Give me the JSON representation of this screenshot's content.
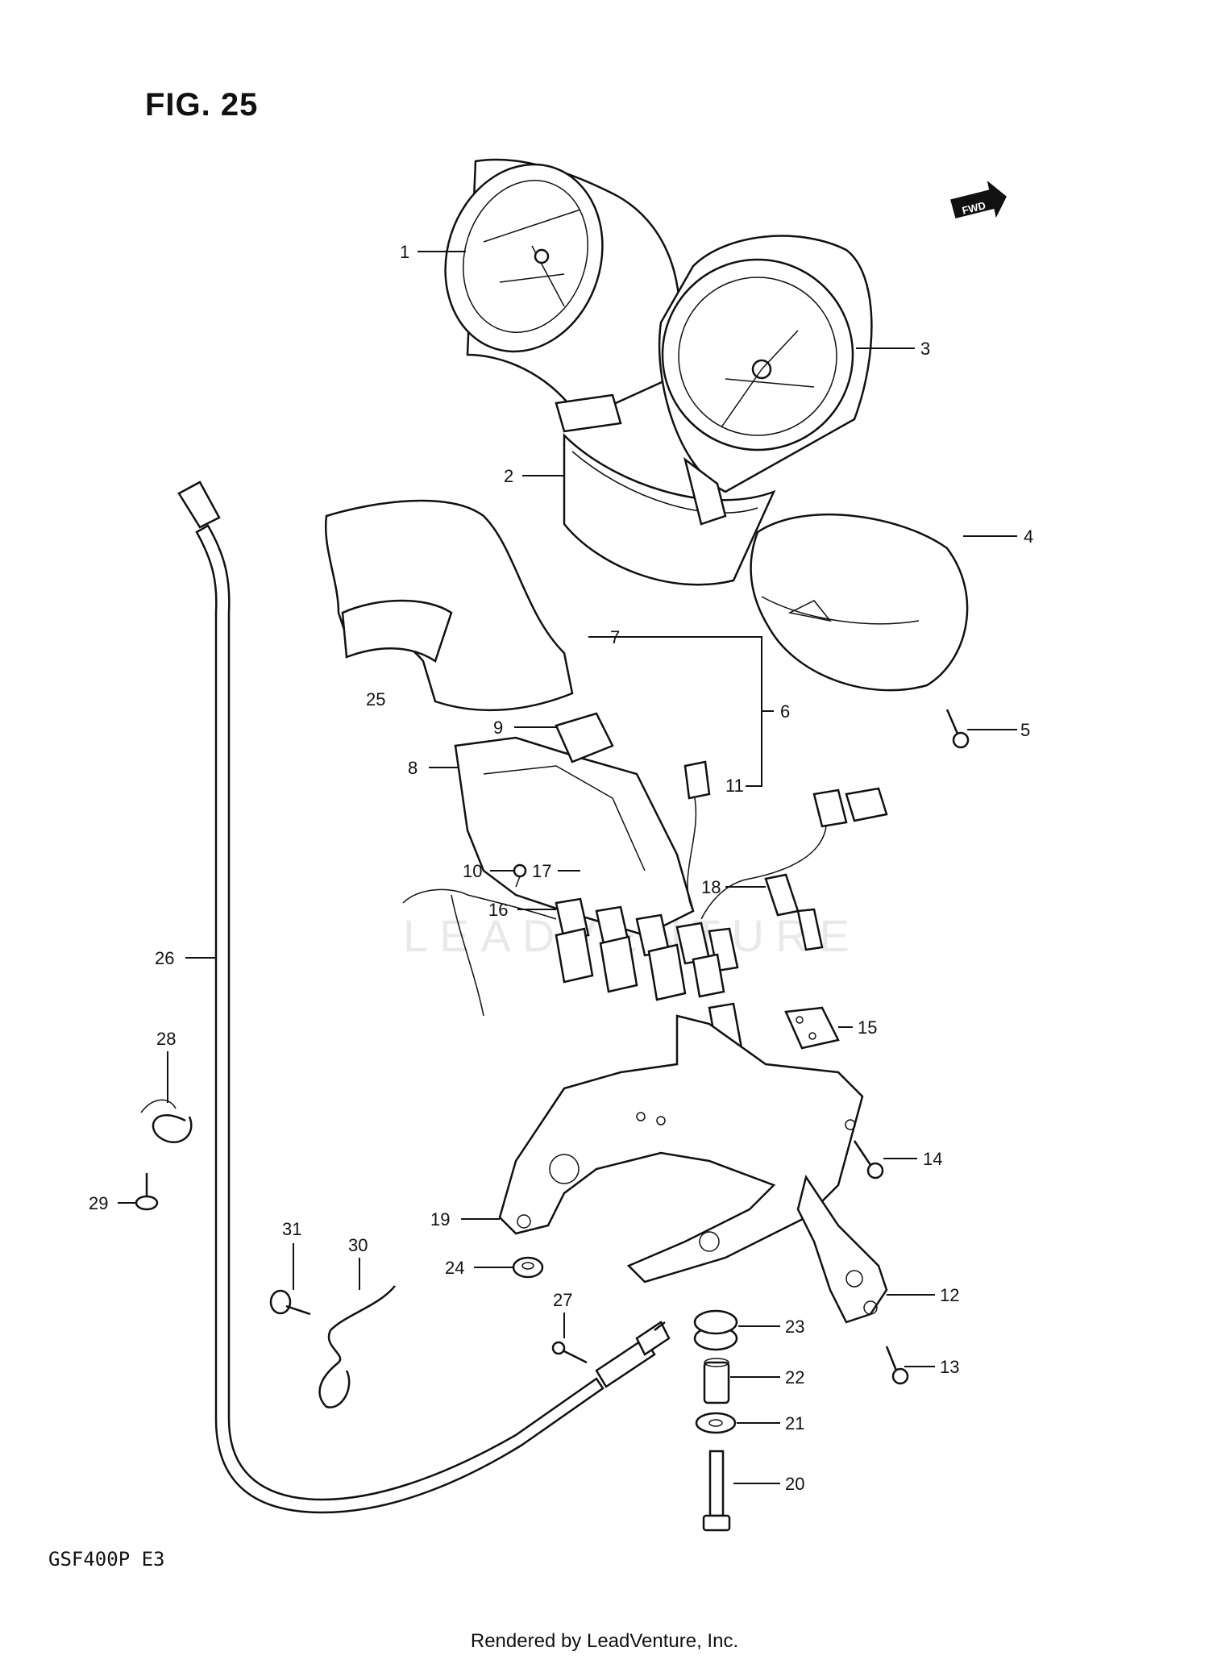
{
  "figure": {
    "title": "FIG. 25",
    "model": "GSF400P  E3",
    "fwd_marker": "FWD",
    "footer": "Rendered by LeadVenture, Inc."
  },
  "callouts": [
    {
      "id": "1",
      "text": "1"
    },
    {
      "id": "2",
      "text": "2"
    },
    {
      "id": "3",
      "text": "3"
    },
    {
      "id": "4",
      "text": "4"
    },
    {
      "id": "5",
      "text": "5"
    },
    {
      "id": "6",
      "text": "6"
    },
    {
      "id": "7",
      "text": "7"
    },
    {
      "id": "8",
      "text": "8"
    },
    {
      "id": "9",
      "text": "9"
    },
    {
      "id": "10",
      "text": "10"
    },
    {
      "id": "11",
      "text": "11"
    },
    {
      "id": "12",
      "text": "12"
    },
    {
      "id": "13",
      "text": "13"
    },
    {
      "id": "14",
      "text": "14"
    },
    {
      "id": "15",
      "text": "15"
    },
    {
      "id": "16",
      "text": "16"
    },
    {
      "id": "17",
      "text": "17"
    },
    {
      "id": "18",
      "text": "18"
    },
    {
      "id": "19",
      "text": "19"
    },
    {
      "id": "20",
      "text": "20"
    },
    {
      "id": "21",
      "text": "21"
    },
    {
      "id": "22",
      "text": "22"
    },
    {
      "id": "23",
      "text": "23"
    },
    {
      "id": "24",
      "text": "24"
    },
    {
      "id": "25",
      "text": "25"
    },
    {
      "id": "26",
      "text": "26"
    },
    {
      "id": "27",
      "text": "27"
    },
    {
      "id": "28",
      "text": "28"
    },
    {
      "id": "29",
      "text": "29"
    },
    {
      "id": "30",
      "text": "30"
    },
    {
      "id": "31",
      "text": "31"
    }
  ]
}
